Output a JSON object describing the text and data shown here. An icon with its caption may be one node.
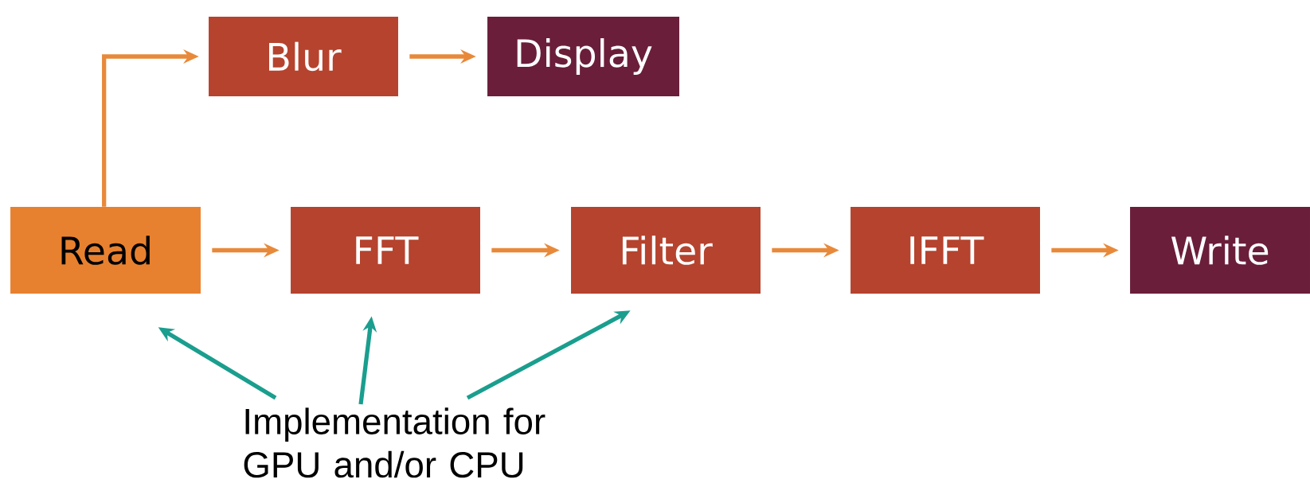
{
  "diagram": {
    "nodes": [
      {
        "text": [
          "Blur"
        ]
      },
      {
        "text": [
          "Display"
        ]
      },
      {
        "text": [
          "Read"
        ]
      },
      {
        "text": [
          "FFT"
        ]
      },
      {
        "text": [
          "Filter"
        ]
      },
      {
        "text": [
          "IFFT"
        ]
      },
      {
        "text": [
          "Write"
        ]
      },
      {
        "text": [
          "Implementation for GPU and/or CPU"
        ]
      }
    ],
    "edges": [
      {
        "from": 2,
        "to": 0,
        "arrow": "to"
      },
      {
        "from": 0,
        "to": 1,
        "arrow": "to"
      },
      {
        "from": 2,
        "to": 3,
        "arrow": "to"
      },
      {
        "from": 3,
        "to": 4,
        "arrow": "to"
      },
      {
        "from": 4,
        "to": 5,
        "arrow": "to"
      },
      {
        "from": 5,
        "to": 6,
        "arrow": "to"
      },
      {
        "from": 7,
        "to": 2,
        "arrow": "to",
        "color": "#1a9e8e"
      },
      {
        "from": 7,
        "to": 3,
        "arrow": "to",
        "color": "#1a9e8e"
      },
      {
        "from": 7,
        "to": 4,
        "arrow": "to",
        "color": "#1a9e8e"
      }
    ]
  }
}
